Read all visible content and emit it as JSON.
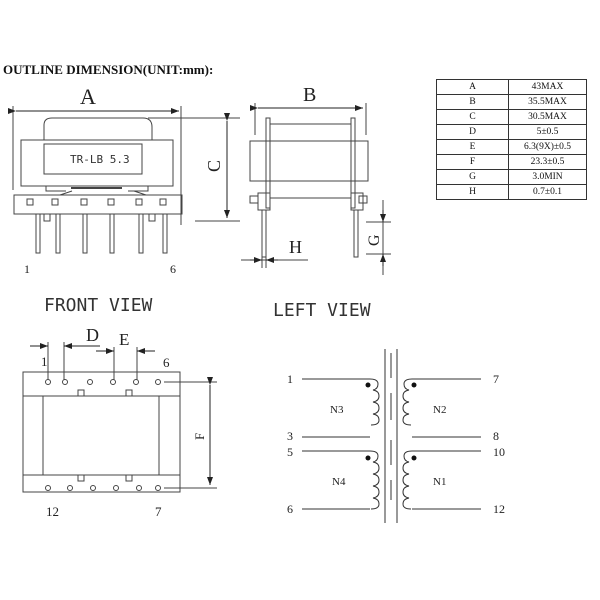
{
  "title": "OUTLINE DIMENSION(UNIT:mm):",
  "part_marking": "TR-LB 5.3",
  "views": {
    "outline_side": {
      "dim_A": "A",
      "dim_C": "C",
      "pin_left": "1",
      "pin_right": "6"
    },
    "outline_end": {
      "dim_B": "B",
      "dim_H": "H",
      "dim_G": "G"
    },
    "front_view": {
      "title": "FRONT VIEW",
      "dim_D": "D",
      "dim_E": "E",
      "dim_F": "F",
      "pin_top_left": "1",
      "pin_top_right": "6",
      "pin_bottom_left": "12",
      "pin_bottom_right": "7"
    },
    "left_view": {
      "title": "LEFT VIEW",
      "windings": [
        {
          "name": "N3",
          "pin_start": "1",
          "pin_end": "3"
        },
        {
          "name": "N2",
          "pin_start": "7",
          "pin_end": "8"
        },
        {
          "name": "N4",
          "pin_start": "5",
          "pin_end": "6"
        },
        {
          "name": "N1",
          "pin_start": "10",
          "pin_end": "12"
        }
      ]
    }
  },
  "dimension_table": [
    {
      "key": "A",
      "value": "43MAX"
    },
    {
      "key": "B",
      "value": "35.5MAX"
    },
    {
      "key": "C",
      "value": "30.5MAX"
    },
    {
      "key": "D",
      "value": "5±0.5"
    },
    {
      "key": "E",
      "value": "6.3(9X)±0.5"
    },
    {
      "key": "F",
      "value": "23.3±0.5"
    },
    {
      "key": "G",
      "value": "3.0MIN"
    },
    {
      "key": "H",
      "value": "0.7±0.1"
    }
  ]
}
